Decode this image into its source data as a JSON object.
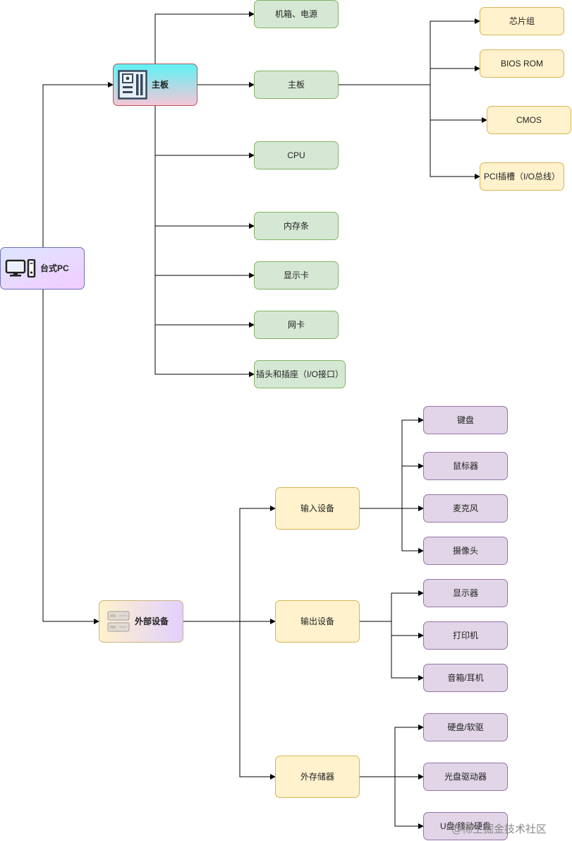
{
  "root": {
    "label": "台式PC",
    "icon": "desktop-pc-icon"
  },
  "mainboard_group": {
    "label": "主板",
    "icon": "motherboard-icon",
    "children": [
      {
        "label": "机箱、电源"
      },
      {
        "label": "主板"
      },
      {
        "label": "CPU"
      },
      {
        "label": "内存条"
      },
      {
        "label": "显示卡"
      },
      {
        "label": "网卡"
      },
      {
        "label": "插头和插座（I/O接口）"
      }
    ],
    "board_parts": [
      {
        "label": "芯片组"
      },
      {
        "label": "BIOS ROM"
      },
      {
        "label": "CMOS"
      },
      {
        "label": "PCI插槽（I/O总线）"
      }
    ]
  },
  "peripheral_group": {
    "label": "外部设备",
    "icon": "storage-devices-icon",
    "categories": [
      {
        "label": "输入设备",
        "items": [
          {
            "label": "键盘"
          },
          {
            "label": "鼠标器"
          },
          {
            "label": "麦克风"
          },
          {
            "label": "摄像头"
          }
        ]
      },
      {
        "label": "输出设备",
        "items": [
          {
            "label": "显示器"
          },
          {
            "label": "打印机"
          },
          {
            "label": "音箱/耳机"
          }
        ]
      },
      {
        "label": "外存储器",
        "items": [
          {
            "label": "硬盘/软驱"
          },
          {
            "label": "光盘驱动器"
          },
          {
            "label": "U盘/移动硬盘"
          }
        ]
      }
    ]
  },
  "watermark": "@稀土掘金技术社区",
  "colors": {
    "edge": "#000000",
    "green_fill": "#d5e8d4",
    "green_stroke": "#82b366",
    "yellow_fill": "#fff2cc",
    "yellow_stroke": "#d6b656",
    "purple_fill": "#e1d5e7",
    "purple_stroke": "#9673a6"
  }
}
